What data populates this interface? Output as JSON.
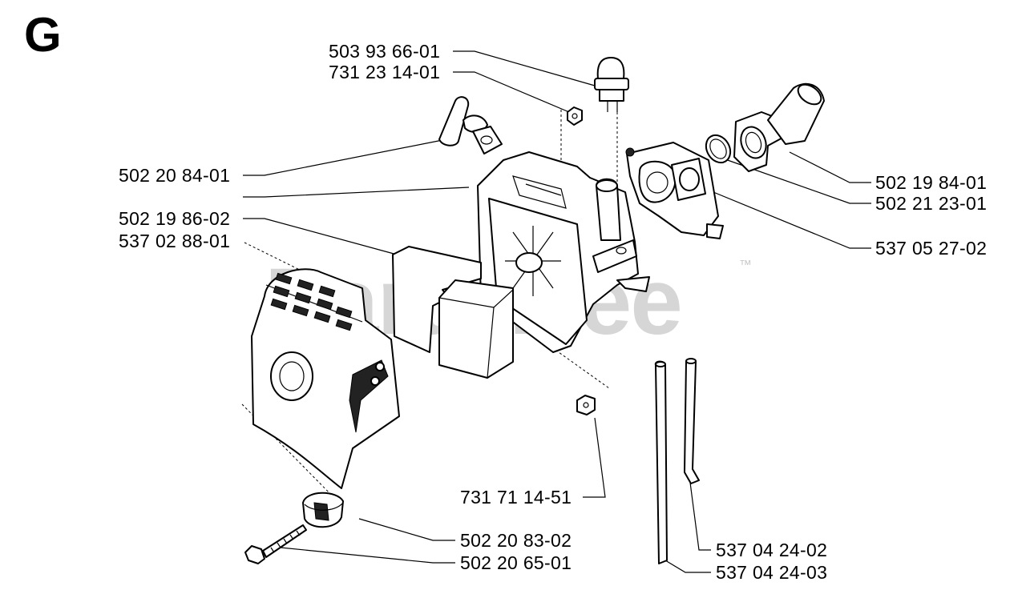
{
  "diagram": {
    "section_letter": "G",
    "watermark": "PartsTree",
    "trademark": "™",
    "part_numbers": {
      "p1": "503 93 66-01",
      "p2": "731 23 14-01",
      "p3": "502 20 84-01",
      "p4": "502 19 86-02",
      "p5": "537 02 88-01",
      "p6": "502 19 84-01",
      "p7": "502 21 23-01",
      "p8": "537 05 27-02",
      "p9": "731 71 14-51",
      "p10": "502 20 83-02",
      "p11": "502 20 65-01",
      "p12": "537 04 24-02",
      "p13": "537 04 24-03"
    }
  }
}
